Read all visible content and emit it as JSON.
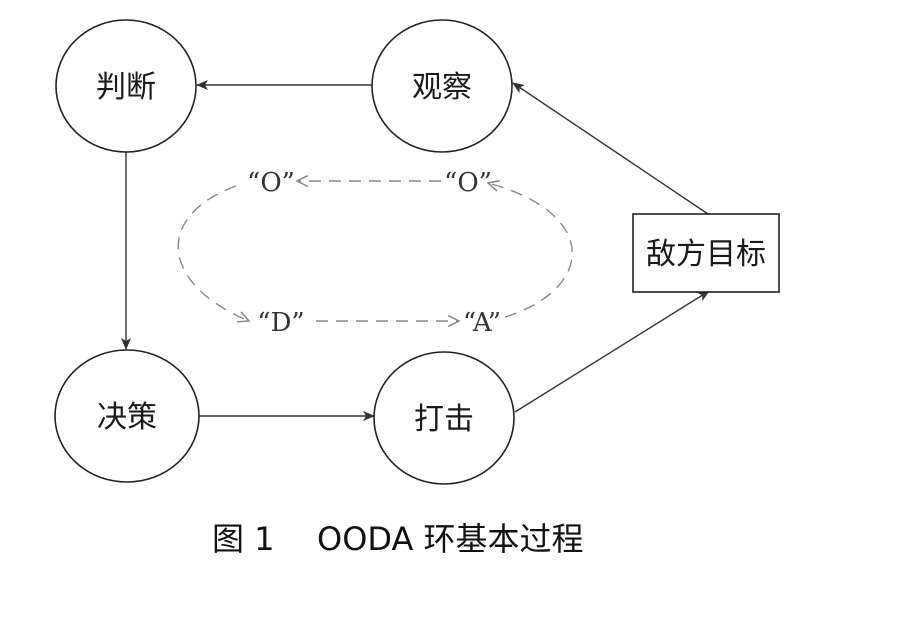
{
  "nodes": {
    "judge": "判断",
    "observe": "观察",
    "decide": "决策",
    "strike": "打击",
    "enemy": "敌方目标"
  },
  "loop": {
    "o_left": "“O”",
    "o_right": "“O”",
    "d": "“D”",
    "a": "“A”"
  },
  "caption": {
    "figure_number": "图 1",
    "title": "OODA 环基本过程"
  },
  "colors": {
    "stroke": "#222222",
    "dashed": "#888888"
  }
}
